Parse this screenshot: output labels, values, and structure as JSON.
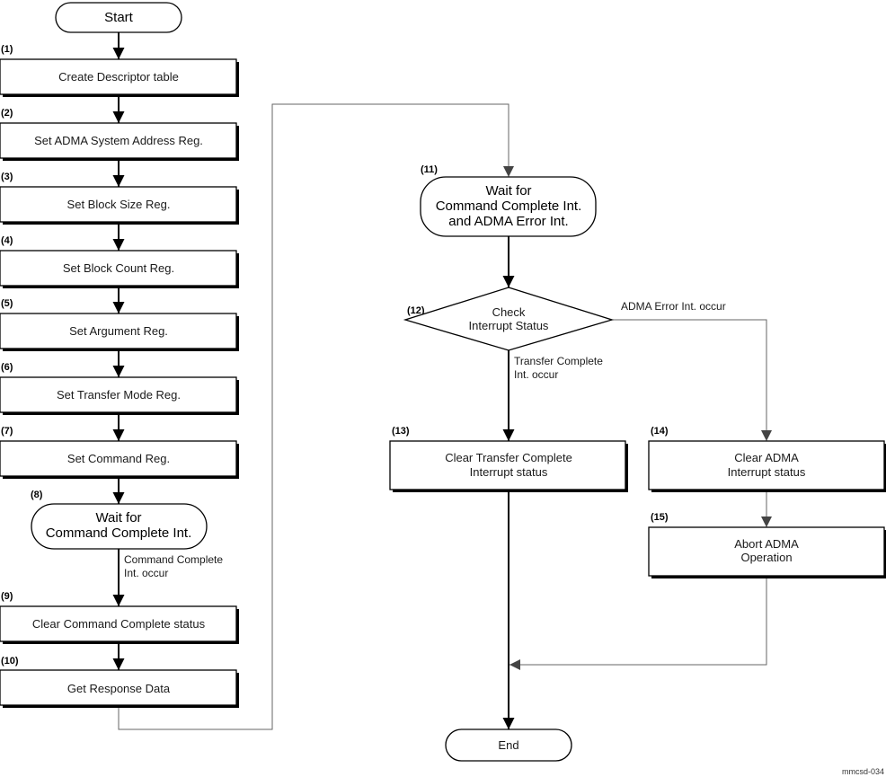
{
  "flowchart": {
    "start": "Start",
    "end": "End",
    "steps": {
      "s1": {
        "num": "(1)",
        "label": "Create Descriptor table"
      },
      "s2": {
        "num": "(2)",
        "label": "Set ADMA System Address Reg."
      },
      "s3": {
        "num": "(3)",
        "label": "Set Block Size Reg."
      },
      "s4": {
        "num": "(4)",
        "label": "Set Block Count Reg."
      },
      "s5": {
        "num": "(5)",
        "label": "Set Argument Reg."
      },
      "s6": {
        "num": "(6)",
        "label": "Set Transfer Mode Reg."
      },
      "s7": {
        "num": "(7)",
        "label": "Set Command Reg."
      },
      "s8": {
        "num": "(8)",
        "line1": "Wait for",
        "line2": "Command Complete Int."
      },
      "s9": {
        "num": "(9)",
        "label": "Clear Command Complete status"
      },
      "s10": {
        "num": "(10)",
        "label": "Get Response Data"
      },
      "s11": {
        "num": "(11)",
        "line1": "Wait for",
        "line2": "Command Complete Int.",
        "line3": "and ADMA Error Int."
      },
      "s12": {
        "num": "(12)",
        "line1": "Check",
        "line2": "Interrupt Status"
      },
      "s13": {
        "num": "(13)",
        "line1": "Clear Transfer Complete",
        "line2": "Interrupt status"
      },
      "s14": {
        "num": "(14)",
        "line1": "Clear ADMA",
        "line2": "Interrupt status"
      },
      "s15": {
        "num": "(15)",
        "line1": "Abort ADMA",
        "line2": "Operation"
      }
    },
    "edge_labels": {
      "cmd_complete_1": "Command Complete",
      "cmd_complete_2": "Int. occur",
      "transfer_complete_1": "Transfer Complete",
      "transfer_complete_2": "Int. occur",
      "adma_error": "ADMA Error Int. occur"
    },
    "figure_code": "mmcsd-034"
  }
}
